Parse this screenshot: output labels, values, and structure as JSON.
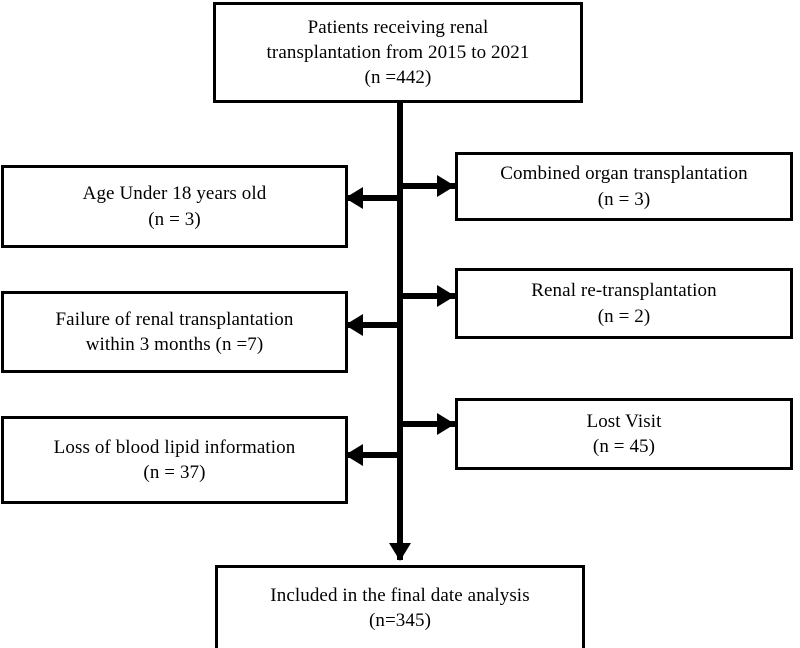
{
  "figure": {
    "type": "flowchart",
    "orientation": "top-to-bottom",
    "line_color": "#000000",
    "box_fill": "#ffffff",
    "box_border_color": "#000000"
  },
  "nodes": {
    "source": {
      "line1": "Patients receiving renal",
      "line2": "transplantation from 2015 to 2021",
      "line3": "(n =442)",
      "count": 442
    },
    "combined_organ": {
      "line1": "Combined organ transplantation",
      "line2": "(n = 3)",
      "count": 3
    },
    "age_under_18": {
      "line1": "Age Under 18 years old",
      "line2": "(n = 3)",
      "count": 3
    },
    "re_transplantation": {
      "line1": "Renal re-transplantation",
      "line2": "(n = 2)",
      "count": 2
    },
    "failure_within_3_months": {
      "line1": "Failure of renal transplantation",
      "line2": "within 3 months  (n =7)",
      "count": 7
    },
    "lost_visit": {
      "line1": "Lost Visit",
      "line2": "(n = 45)",
      "count": 45
    },
    "loss_blood_lipid": {
      "line1": "Loss of blood lipid information",
      "line2": "(n = 37)",
      "count": 37
    },
    "final": {
      "line1": "Included in the final date analysis",
      "line2": "(n=345)",
      "count": 345
    }
  },
  "connectors": {
    "trunk": "vertical-spine",
    "branch_right_1": "arrow-right-to-combined-organ",
    "branch_left_1": "arrow-left-to-age-under-18",
    "branch_right_2": "arrow-right-to-re-transplantation",
    "branch_left_2": "arrow-left-to-failure",
    "branch_right_3": "arrow-right-to-lost-visit",
    "branch_left_3": "arrow-left-to-loss-blood-lipid",
    "terminal": "arrow-down-to-final"
  }
}
